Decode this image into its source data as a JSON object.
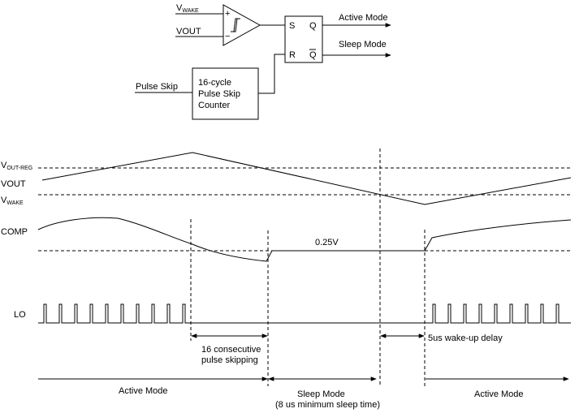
{
  "block_diagram": {
    "comparator_in_plus": {
      "main": "V",
      "sub": "WAKE"
    },
    "comparator_in_minus": "VOUT",
    "plus_sign": "+",
    "minus_sign": "−",
    "latch_s": "S",
    "latch_q": "Q",
    "latch_r": "R",
    "latch_qbar": "Q",
    "out_active": "Active Mode",
    "out_sleep": "Sleep Mode",
    "pulse_skip_input": "Pulse Skip",
    "counter_line1": "16-cycle",
    "counter_line2": "Pulse Skip",
    "counter_line3": "Counter"
  },
  "timing": {
    "vout_reg": {
      "main": "V",
      "sub": "OUT-REG"
    },
    "vout": "VOUT",
    "vwake": {
      "main": "V",
      "sub": "WAKE"
    },
    "comp": "COMP",
    "comp_level": "0.25V",
    "lo": "LO",
    "skip_note_line1": "16 consecutive",
    "skip_note_line2": "pulse skipping",
    "wake_delay": "5us wake-up delay",
    "phase_active_1": "Active Mode",
    "phase_sleep_line1": "Sleep Mode",
    "phase_sleep_line2": "(8 us minimum sleep time)",
    "phase_active_2": "Active Mode"
  }
}
